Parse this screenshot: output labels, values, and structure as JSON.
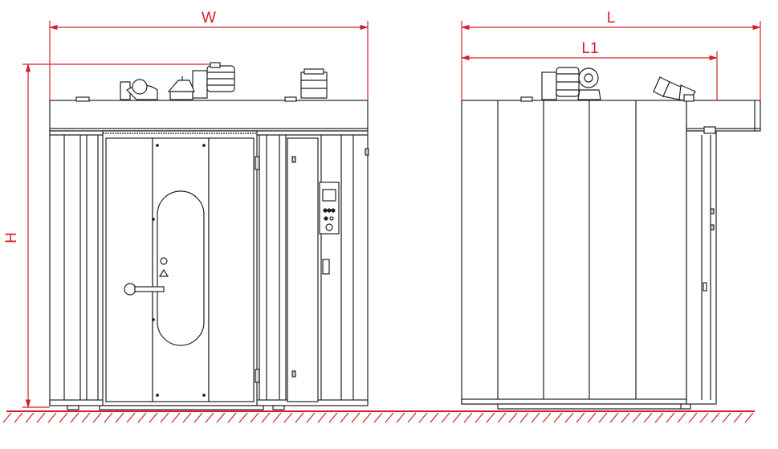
{
  "dimensions": {
    "width_label": "W",
    "height_label": "H",
    "length_label": "L",
    "length1_label": "L1"
  },
  "colors": {
    "dimension": "#d3202b",
    "outline": "#222222",
    "panel": "#ffffff",
    "ground_hatch": "#d3202b"
  }
}
